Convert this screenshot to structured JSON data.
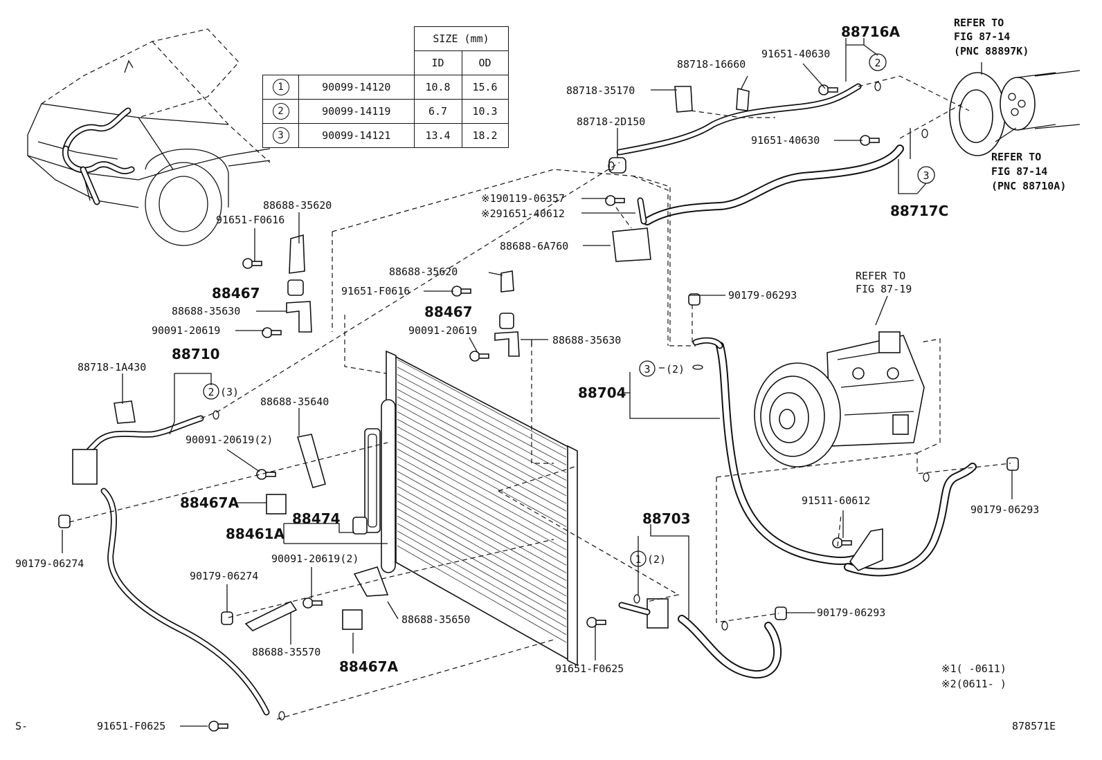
{
  "size_table": {
    "size_header": "SIZE (mm)",
    "id_header": "ID",
    "od_header": "OD",
    "rows": [
      {
        "mark": "1",
        "part": "90099-14120",
        "id": "10.8",
        "od": "15.6"
      },
      {
        "mark": "2",
        "part": "90099-14119",
        "id": "6.7",
        "od": "10.3"
      },
      {
        "mark": "3",
        "part": "90099-14121",
        "id": "13.4",
        "od": "18.2"
      }
    ]
  },
  "labels": {
    "p88716A": "88716A",
    "p91651_40630_a": "91651-40630",
    "p88718_16660": "88718-16660",
    "p88718_35170": "88718-35170",
    "p88718_2D150": "88718-2D150",
    "p91651_40630_b": "91651-40630",
    "p90119_06357": "※190119-06357",
    "p91651_40612": "※291651-40612",
    "p88688_6A760": "88688-6A760",
    "p88717C": "88717C",
    "p88688_35620_a": "88688-35620",
    "p91651_F0616_a": "91651-F0616",
    "p88467_a": "88467",
    "p88688_35630_a": "88688-35630",
    "p90091_20619_a": "90091-20619",
    "p88688_35620_b": "88688-35620",
    "p91651_F0616_b": "91651-F0616",
    "p88467_b": "88467",
    "p90091_20619_b": "90091-20619",
    "p88688_35630_b": "88688-35630",
    "p90179_06293_a": "90179-06293",
    "p88710": "88710",
    "p88718_1A430": "88718-1A430",
    "p_circ2_qty3": "(3)",
    "p88688_35640": "88688-35640",
    "p90091_20619_2a": "90091-20619(2)",
    "p88467A_a": "88467A",
    "p88474": "88474",
    "p88461A": "88461A",
    "p90179_06274_a": "90179-06274",
    "p90091_20619_2b": "90091-20619(2)",
    "p90179_06274_b": "90179-06274",
    "p88688_35650": "88688-35650",
    "p88688_35570": "88688-35570",
    "p88467A_b": "88467A",
    "p91651_F0625_a": "91651-F0625",
    "p91651_F0625_b": "91651-F0625",
    "p88704": "88704",
    "p_circ3_qty2": "(2)",
    "p88703": "88703",
    "p_circ1_qty2": "(2)",
    "p91511_60612": "91511-60612",
    "p90179_06293_b": "90179-06293",
    "p90179_06293_c": "90179-06293"
  },
  "references": {
    "fig_87_14_a": [
      "REFER TO",
      "FIG 87-14",
      "(PNC 88897K)"
    ],
    "fig_87_14_b": [
      "REFER TO",
      "FIG 87-14",
      "(PNC 88710A)"
    ],
    "fig_87_19": [
      "REFER TO",
      "FIG 87-19"
    ]
  },
  "notes": {
    "note1": "※1(    -0611)",
    "note2": "※2(0611-    )",
    "corner_left": "S-",
    "figure_code": "878571E"
  }
}
